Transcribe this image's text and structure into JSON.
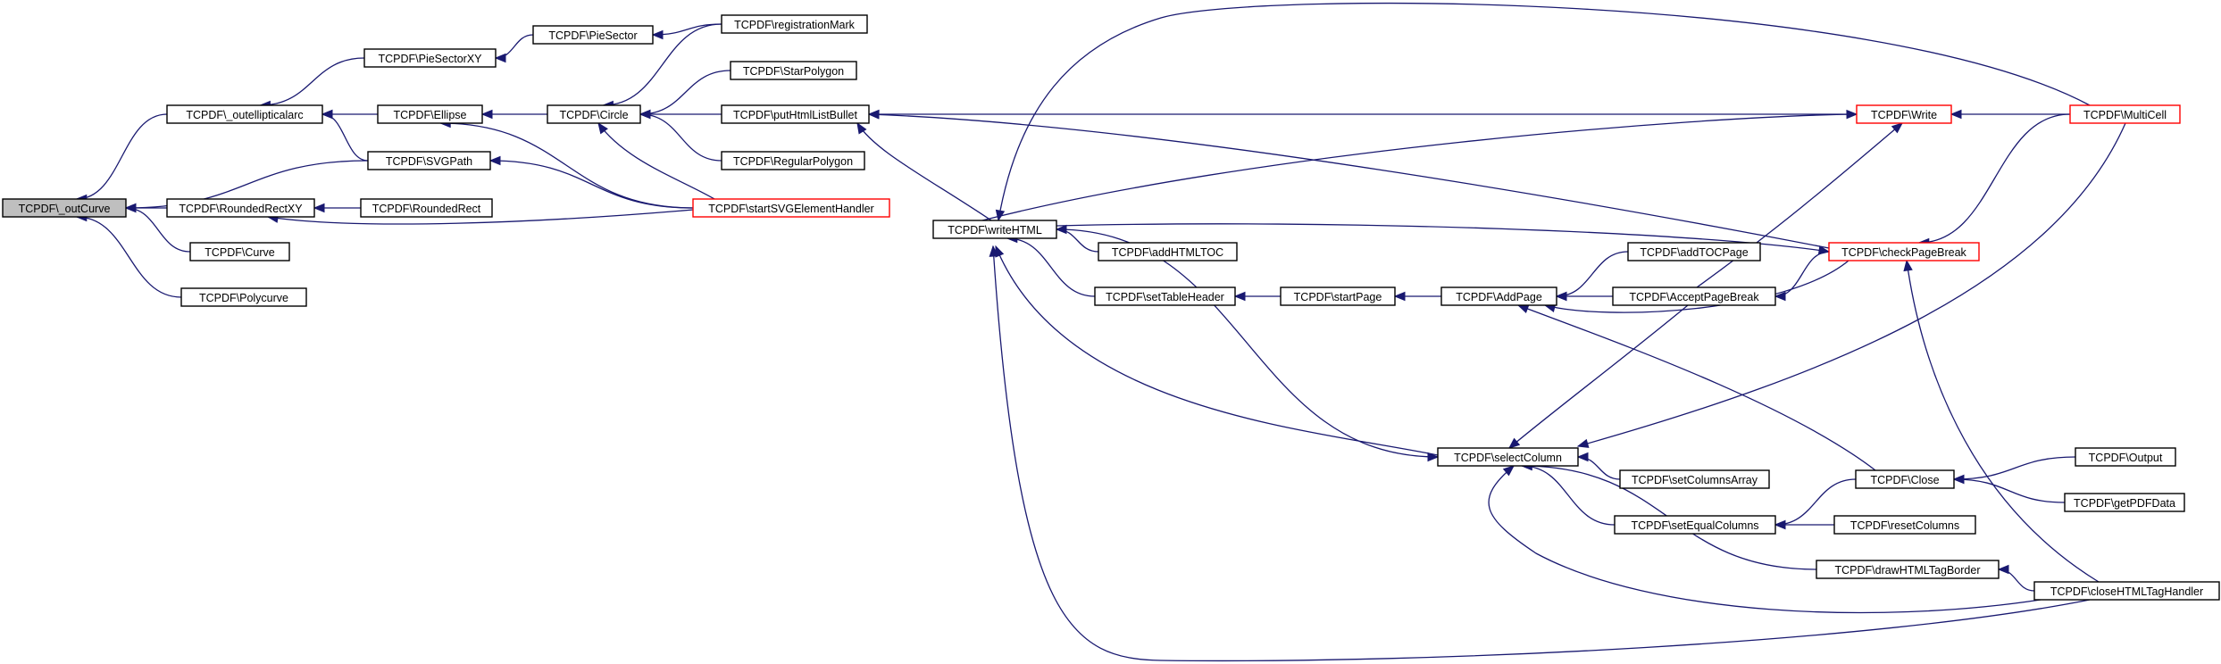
{
  "diagram": {
    "nodes": [
      {
        "id": "outCurve",
        "label": "TCPDF\\_outCurve",
        "style": "root"
      },
      {
        "id": "outellipticalarc",
        "label": "TCPDF\\_outellipticalarc"
      },
      {
        "id": "RoundedRectXY",
        "label": "TCPDF\\RoundedRectXY"
      },
      {
        "id": "Curve",
        "label": "TCPDF\\Curve"
      },
      {
        "id": "Polycurve",
        "label": "TCPDF\\Polycurve"
      },
      {
        "id": "PieSectorXY",
        "label": "TCPDF\\PieSectorXY"
      },
      {
        "id": "Ellipse",
        "label": "TCPDF\\Ellipse"
      },
      {
        "id": "SVGPath",
        "label": "TCPDF\\SVGPath"
      },
      {
        "id": "RoundedRect",
        "label": "TCPDF\\RoundedRect"
      },
      {
        "id": "PieSector",
        "label": "TCPDF\\PieSector"
      },
      {
        "id": "Circle",
        "label": "TCPDF\\Circle"
      },
      {
        "id": "registrationMark",
        "label": "TCPDF\\registrationMark"
      },
      {
        "id": "StarPolygon",
        "label": "TCPDF\\StarPolygon"
      },
      {
        "id": "putHtmlListBullet",
        "label": "TCPDF\\putHtmlListBullet"
      },
      {
        "id": "RegularPolygon",
        "label": "TCPDF\\RegularPolygon"
      },
      {
        "id": "startSVGElementHandler",
        "label": "TCPDF\\startSVGElementHandler",
        "style": "red"
      },
      {
        "id": "writeHTML",
        "label": "TCPDF\\writeHTML"
      },
      {
        "id": "addHTMLTOC",
        "label": "TCPDF\\addHTMLTOC"
      },
      {
        "id": "setTableHeader",
        "label": "TCPDF\\setTableHeader"
      },
      {
        "id": "startPage",
        "label": "TCPDF\\startPage"
      },
      {
        "id": "AddPage",
        "label": "TCPDF\\AddPage"
      },
      {
        "id": "addTOCPage",
        "label": "TCPDF\\addTOCPage"
      },
      {
        "id": "AcceptPageBreak",
        "label": "TCPDF\\AcceptPageBreak"
      },
      {
        "id": "Write",
        "label": "TCPDF\\Write",
        "style": "red"
      },
      {
        "id": "MultiCell",
        "label": "TCPDF\\MultiCell",
        "style": "red"
      },
      {
        "id": "checkPageBreak",
        "label": "TCPDF\\checkPageBreak",
        "style": "red"
      },
      {
        "id": "selectColumn",
        "label": "TCPDF\\selectColumn"
      },
      {
        "id": "setColumnsArray",
        "label": "TCPDF\\setColumnsArray"
      },
      {
        "id": "setEqualColumns",
        "label": "TCPDF\\setEqualColumns"
      },
      {
        "id": "resetColumns",
        "label": "TCPDF\\resetColumns"
      },
      {
        "id": "Close",
        "label": "TCPDF\\Close"
      },
      {
        "id": "Output",
        "label": "TCPDF\\Output"
      },
      {
        "id": "getPDFData",
        "label": "TCPDF\\getPDFData"
      },
      {
        "id": "drawHTMLTagBorder",
        "label": "TCPDF\\drawHTMLTagBorder"
      },
      {
        "id": "closeHTMLTagHandler",
        "label": "TCPDF\\closeHTMLTagHandler"
      }
    ],
    "edges": [
      {
        "from": "outellipticalarc",
        "to": "outCurve"
      },
      {
        "from": "RoundedRectXY",
        "to": "outCurve"
      },
      {
        "from": "Curve",
        "to": "outCurve"
      },
      {
        "from": "Polycurve",
        "to": "outCurve"
      },
      {
        "from": "SVGPath",
        "to": "outCurve"
      },
      {
        "from": "PieSectorXY",
        "to": "outellipticalarc"
      },
      {
        "from": "Ellipse",
        "to": "outellipticalarc"
      },
      {
        "from": "SVGPath",
        "to": "outellipticalarc"
      },
      {
        "from": "RoundedRect",
        "to": "RoundedRectXY"
      },
      {
        "from": "startSVGElementHandler",
        "to": "RoundedRectXY"
      },
      {
        "from": "PieSector",
        "to": "PieSectorXY"
      },
      {
        "from": "Circle",
        "to": "Ellipse"
      },
      {
        "from": "startSVGElementHandler",
        "to": "Ellipse"
      },
      {
        "from": "startSVGElementHandler",
        "to": "SVGPath"
      },
      {
        "from": "registrationMark",
        "to": "PieSector"
      },
      {
        "from": "registrationMark",
        "to": "Circle"
      },
      {
        "from": "StarPolygon",
        "to": "Circle"
      },
      {
        "from": "putHtmlListBullet",
        "to": "Circle"
      },
      {
        "from": "RegularPolygon",
        "to": "Circle"
      },
      {
        "from": "startSVGElementHandler",
        "to": "Circle"
      },
      {
        "from": "writeHTML",
        "to": "putHtmlListBullet"
      },
      {
        "from": "Write",
        "to": "putHtmlListBullet"
      },
      {
        "from": "checkPageBreak",
        "to": "putHtmlListBullet"
      },
      {
        "from": "addHTMLTOC",
        "to": "writeHTML"
      },
      {
        "from": "setTableHeader",
        "to": "writeHTML"
      },
      {
        "from": "selectColumn",
        "to": "writeHTML"
      },
      {
        "from": "MultiCell",
        "to": "writeHTML"
      },
      {
        "from": "closeHTMLTagHandler",
        "to": "writeHTML"
      },
      {
        "from": "startPage",
        "to": "setTableHeader"
      },
      {
        "from": "AddPage",
        "to": "startPage"
      },
      {
        "from": "addTOCPage",
        "to": "AddPage"
      },
      {
        "from": "AcceptPageBreak",
        "to": "AddPage"
      },
      {
        "from": "checkPageBreak",
        "to": "AddPage"
      },
      {
        "from": "Close",
        "to": "AddPage"
      },
      {
        "from": "checkPageBreak",
        "to": "AcceptPageBreak"
      },
      {
        "from": "writeHTML",
        "to": "Write"
      },
      {
        "from": "AcceptPageBreak",
        "to": "Write"
      },
      {
        "from": "MultiCell",
        "to": "Write"
      },
      {
        "from": "writeHTML",
        "to": "checkPageBreak"
      },
      {
        "from": "MultiCell",
        "to": "checkPageBreak"
      },
      {
        "from": "closeHTMLTagHandler",
        "to": "checkPageBreak"
      },
      {
        "from": "writeHTML",
        "to": "selectColumn"
      },
      {
        "from": "AcceptPageBreak",
        "to": "selectColumn"
      },
      {
        "from": "MultiCell",
        "to": "selectColumn"
      },
      {
        "from": "setColumnsArray",
        "to": "selectColumn"
      },
      {
        "from": "setEqualColumns",
        "to": "selectColumn"
      },
      {
        "from": "drawHTMLTagBorder",
        "to": "selectColumn"
      },
      {
        "from": "closeHTMLTagHandler",
        "to": "selectColumn"
      },
      {
        "from": "Close",
        "to": "setEqualColumns"
      },
      {
        "from": "resetColumns",
        "to": "setEqualColumns"
      },
      {
        "from": "Output",
        "to": "Close"
      },
      {
        "from": "getPDFData",
        "to": "Close"
      },
      {
        "from": "closeHTMLTagHandler",
        "to": "drawHTMLTagBorder"
      }
    ]
  }
}
